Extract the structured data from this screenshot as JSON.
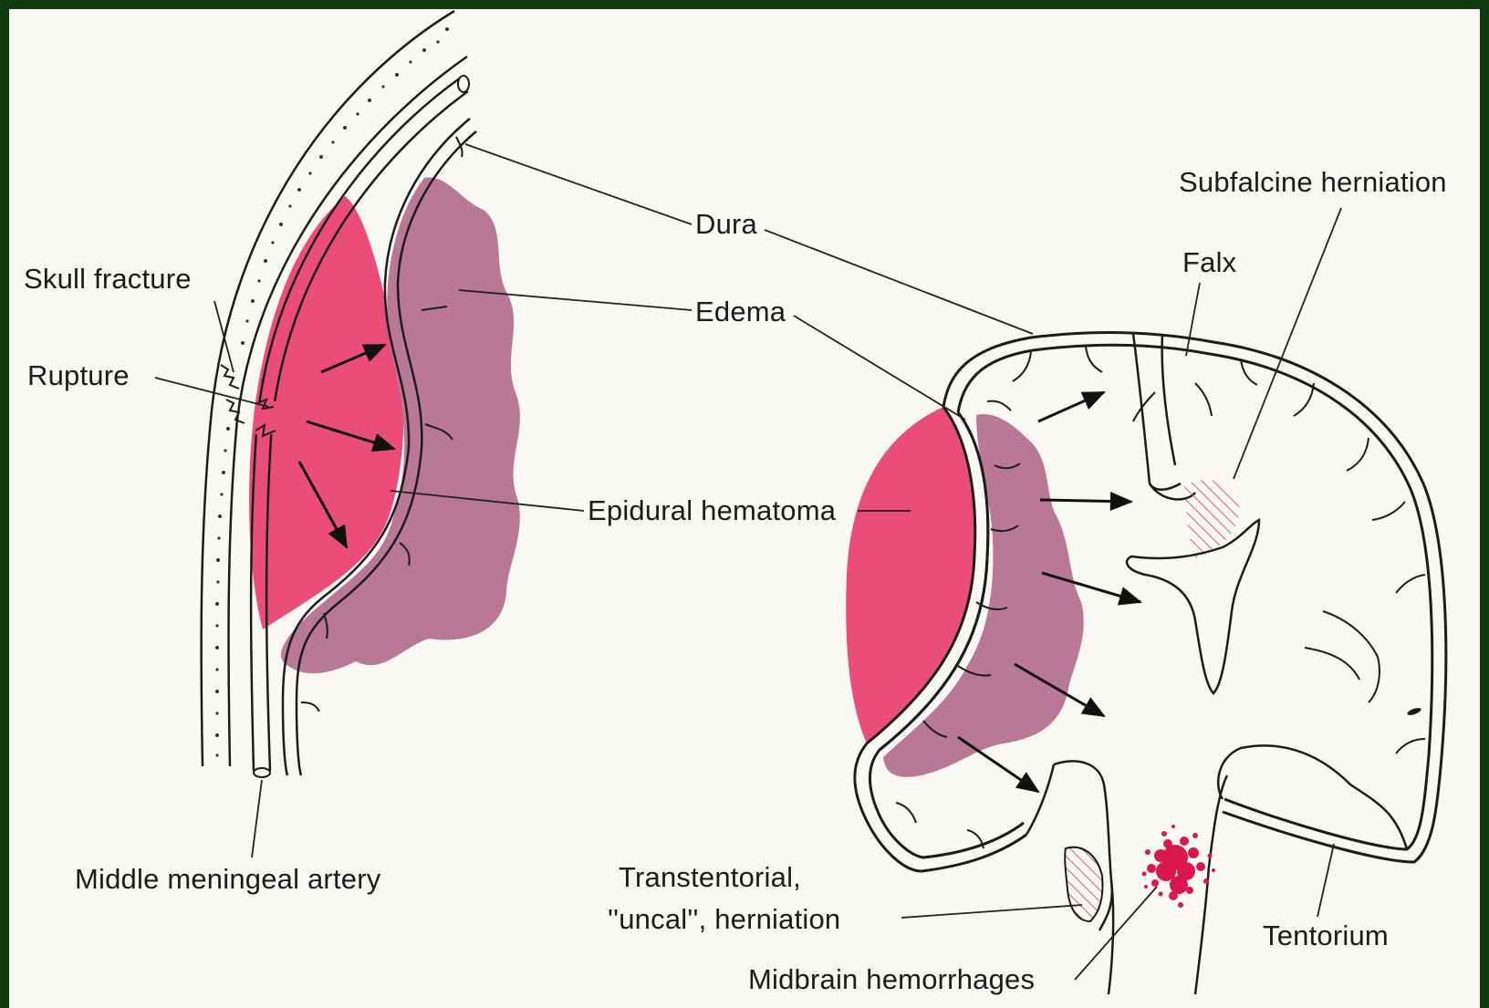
{
  "labels": {
    "skull_fracture": "Skull fracture",
    "rupture": "Rupture",
    "middle_meningeal_artery": "Middle meningeal artery",
    "dura": "Dura",
    "edema": "Edema",
    "epidural_hematoma": "Epidural hematoma",
    "subfalcine_herniation": "Subfalcine herniation",
    "falx": "Falx",
    "transtentorial_line1": "Transtentorial,",
    "transtentorial_line2": "''uncal'', herniation",
    "midbrain_hemorrhages": "Midbrain hemorrhages",
    "tentorium": "Tentorium"
  },
  "colors": {
    "frame": "#0e3a10",
    "paper": "#f9f8f4",
    "hematoma": "#ea4d7a",
    "edema": "#b97994",
    "hemorrhage": "#d8184f",
    "ink": "#1c1c1c"
  }
}
